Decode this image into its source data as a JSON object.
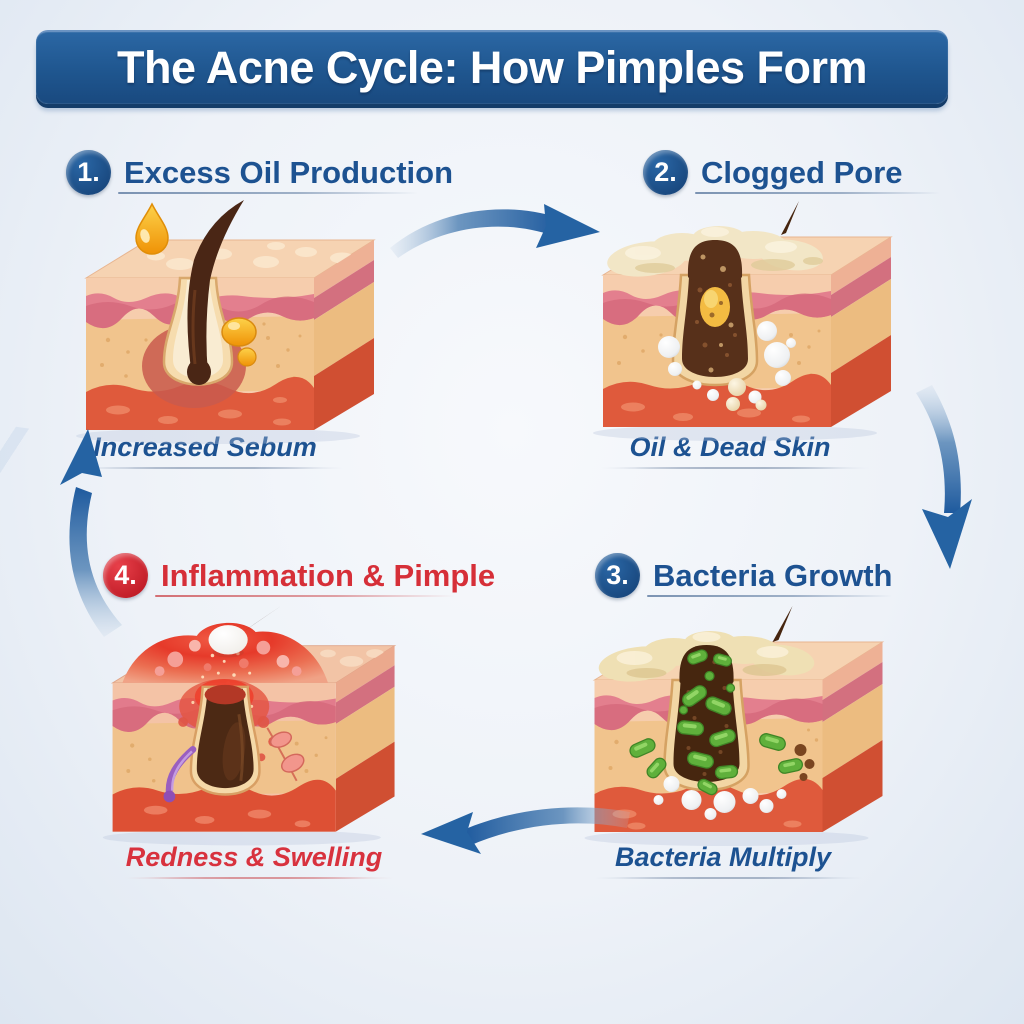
{
  "title_banner": {
    "text": "The Acne Cycle: How Pimples Form"
  },
  "stages": [
    {
      "number_label": "1.",
      "title": "Excess Oil Production",
      "caption": "Increased Sebum",
      "accent_color": "#1d5291",
      "badge_color": "#17497f",
      "illustration": "skin cross-section block with hair follicle, oil droplet on surface and sebum globules beside follicle"
    },
    {
      "number_label": "2.",
      "title": "Clogged Pore",
      "caption": "Oil & Dead Skin",
      "accent_color": "#1d5291",
      "badge_color": "#17497f",
      "illustration": "skin cross-section block with widened pore clogged by dark plug, creamy buildup on surface and pale dead-skin globules"
    },
    {
      "number_label": "3.",
      "title": "Bacteria Growth",
      "caption": "Bacteria Multiply",
      "accent_color": "#1d5291",
      "badge_color": "#17497f",
      "illustration": "skin cross-section block with clogged pore filled with green rod-shaped bacteria and white globules"
    },
    {
      "number_label": "4.",
      "title": "Inflammation & Pimple",
      "caption": "Redness & Swelling",
      "accent_color": "#d62f38",
      "badge_color": "#d5202d",
      "illustration": "skin cross-section block with red inflamed bump, white pus head, dark clogged follicle and purple vessel"
    }
  ],
  "arrows": [
    {
      "name": "curved-arrow-right-icon",
      "from_stage": 1,
      "to_stage": 2,
      "direction": "right"
    },
    {
      "name": "curved-arrow-down-icon",
      "from_stage": 2,
      "to_stage": 3,
      "direction": "down"
    },
    {
      "name": "curved-arrow-left-icon",
      "from_stage": 3,
      "to_stage": 4,
      "direction": "left"
    },
    {
      "name": "curved-arrow-up-icon",
      "from_stage": 4,
      "to_stage": 1,
      "direction": "up"
    }
  ],
  "colors": {
    "banner_blue": "#1f568f",
    "accent_blue": "#1d5291",
    "accent_red": "#d62f38",
    "arrow_blue": "#2a66a5",
    "background": "#eef2f8",
    "skin_top": "#f6d3b2",
    "skin_pink_band": "#e37f8e",
    "skin_dermis": "#f1c48d",
    "skin_deep_red": "#df5a3c",
    "sebum_gold": "#f5a81c",
    "bacteria_green": "#5fb03b"
  }
}
